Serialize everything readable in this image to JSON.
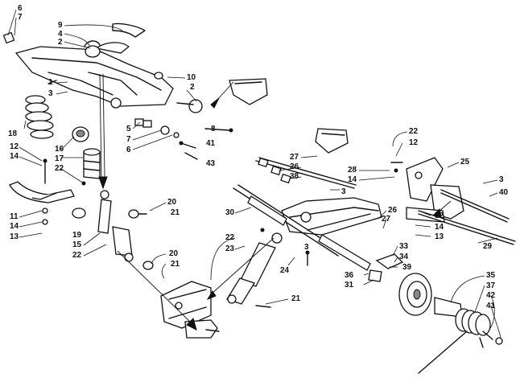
{
  "part_numbers": {
    "p6a": "6",
    "p7a": "7",
    "p9": "9",
    "p4": "4",
    "p2a": "2",
    "p10": "10",
    "p2b": "2",
    "p1": "1",
    "p3a": "3",
    "p5": "5",
    "p7b": "7",
    "p6b": "6",
    "p8": "8",
    "p41a": "41",
    "p43": "43",
    "p18": "18",
    "p12a": "12",
    "p14a": "14",
    "p16": "16",
    "p17": "17",
    "p22a": "22",
    "p11": "11",
    "p14b": "14",
    "p13a": "13",
    "p20a": "20",
    "p21a": "21",
    "p19": "19",
    "p15": "15",
    "p22b": "22",
    "p20b": "20",
    "p21b": "21",
    "p22c": "22",
    "p23": "23",
    "p24": "24",
    "p21c": "21",
    "p30": "30",
    "p22d": "22",
    "p12b": "12",
    "p27a": "27",
    "p26a": "26",
    "p38": "38",
    "p28": "28",
    "p14c": "14",
    "p3b": "3",
    "p25": "25",
    "p3c": "3",
    "p40": "40",
    "p26b": "26",
    "p27b": "27",
    "p32": "32",
    "p14d": "14",
    "p13b": "13",
    "p3d": "3",
    "p29": "29",
    "p33": "33",
    "p34": "34",
    "p39": "39",
    "p36": "36",
    "p31": "31",
    "p35": "35",
    "p37": "37",
    "p42": "42",
    "p41b": "41"
  }
}
